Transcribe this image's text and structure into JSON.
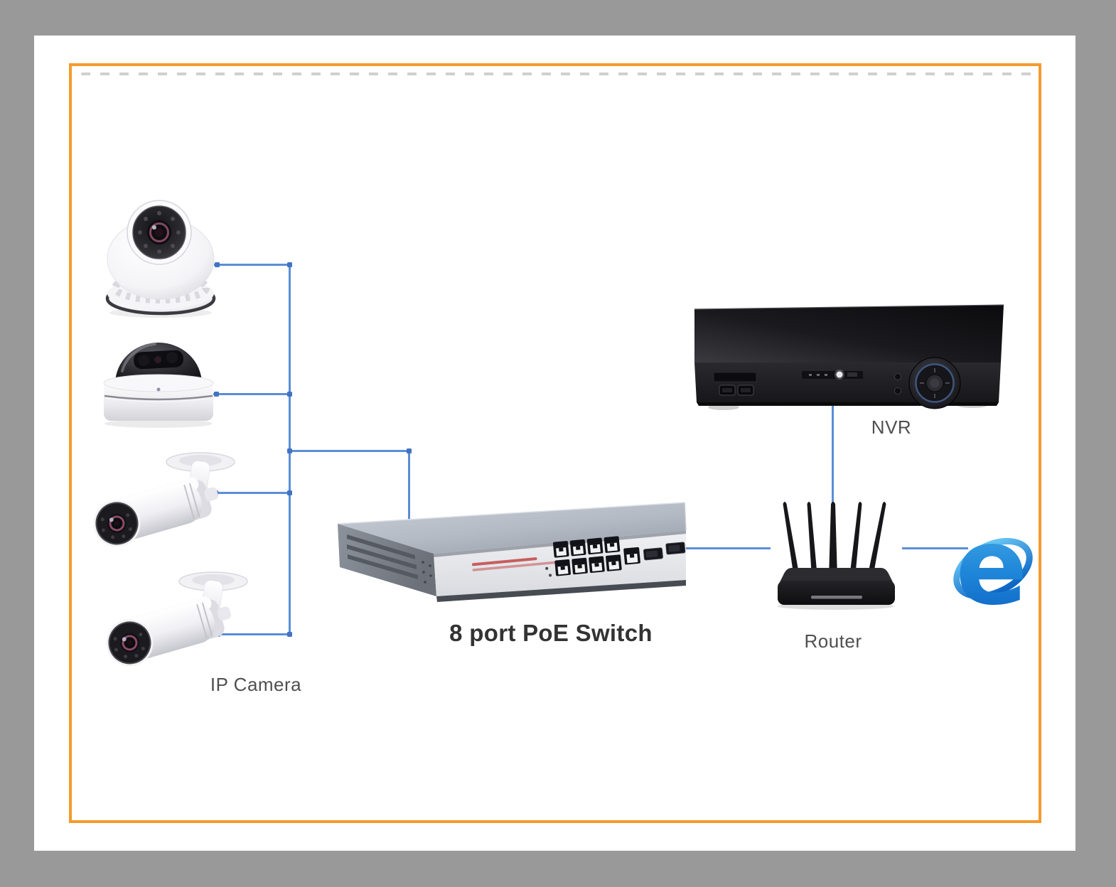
{
  "scene": {
    "background_color": "#999999",
    "page_color": "#ffffff",
    "frame_color": "#f49b2d",
    "connector_color": "#5b8ed5",
    "junction_color": "#4273c4",
    "internet_logo_blue": "#1c79d0"
  },
  "labels": {
    "ip_camera": "IP Camera",
    "poe_switch": "8 port PoE Switch",
    "nvr": "NVR",
    "router": "Router"
  },
  "nodes": [
    {
      "id": "dome-camera",
      "type": "IP dome camera"
    },
    {
      "id": "vandal-dome-camera",
      "type": "IP vandal dome camera"
    },
    {
      "id": "bullet-camera-1",
      "type": "IP bullet camera"
    },
    {
      "id": "bullet-camera-2",
      "type": "IP bullet camera"
    },
    {
      "id": "poe-switch",
      "type": "8 port PoE switch"
    },
    {
      "id": "nvr",
      "type": "network video recorder"
    },
    {
      "id": "router",
      "type": "wireless router"
    },
    {
      "id": "internet",
      "type": "internet browser"
    }
  ],
  "connections": [
    {
      "from": "dome-camera",
      "to": "poe-switch"
    },
    {
      "from": "vandal-dome-camera",
      "to": "poe-switch"
    },
    {
      "from": "bullet-camera-1",
      "to": "poe-switch"
    },
    {
      "from": "bullet-camera-2",
      "to": "poe-switch"
    },
    {
      "from": "poe-switch",
      "to": "router"
    },
    {
      "from": "nvr",
      "to": "router"
    },
    {
      "from": "router",
      "to": "internet"
    }
  ]
}
